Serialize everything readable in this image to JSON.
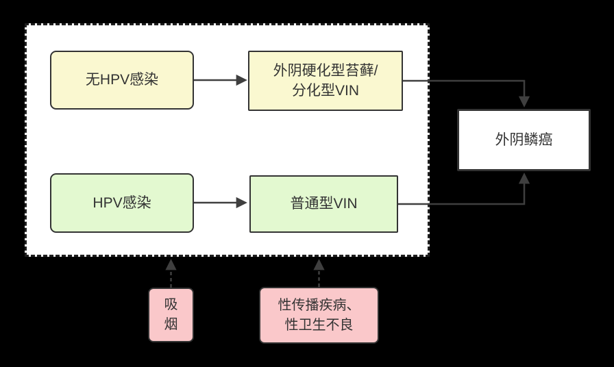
{
  "diagram": {
    "nodes": {
      "no_hpv_infection": {
        "label": "无HPV感染",
        "fill": "yellow"
      },
      "lichen_sclerosus_dvin": {
        "label": "外阴硬化型苔藓/\n分化型VIN",
        "fill": "yellow"
      },
      "hpv_infection": {
        "label": "HPV感染",
        "fill": "green"
      },
      "usual_vin": {
        "label": "普通型VIN",
        "fill": "green"
      },
      "vulvar_scc": {
        "label": "外阴鳞癌",
        "fill": "white"
      },
      "smoking": {
        "label": "吸\n烟",
        "fill": "pink"
      },
      "std_poor_hygiene": {
        "label": "性传播疾病、\n性卫生不良",
        "fill": "pink"
      }
    },
    "edges": [
      {
        "from": "no_hpv_infection",
        "to": "lichen_sclerosus_dvin",
        "style": "solid"
      },
      {
        "from": "lichen_sclerosus_dvin",
        "to": "vulvar_scc",
        "style": "solid"
      },
      {
        "from": "hpv_infection",
        "to": "usual_vin",
        "style": "solid"
      },
      {
        "from": "usual_vin",
        "to": "vulvar_scc",
        "style": "solid"
      },
      {
        "from": "smoking",
        "to": "boundary",
        "style": "dashed"
      },
      {
        "from": "std_poor_hygiene",
        "to": "boundary",
        "style": "dashed"
      }
    ],
    "colors": {
      "background": "#000000",
      "container_fill": "#ffffff",
      "node_yellow": "#faf8d0",
      "node_green": "#e3f9d0",
      "node_pink": "#fac8ca",
      "node_white": "#ffffff",
      "border": "#333333",
      "arrow": "#3f3f3f",
      "text": "#333333"
    }
  }
}
